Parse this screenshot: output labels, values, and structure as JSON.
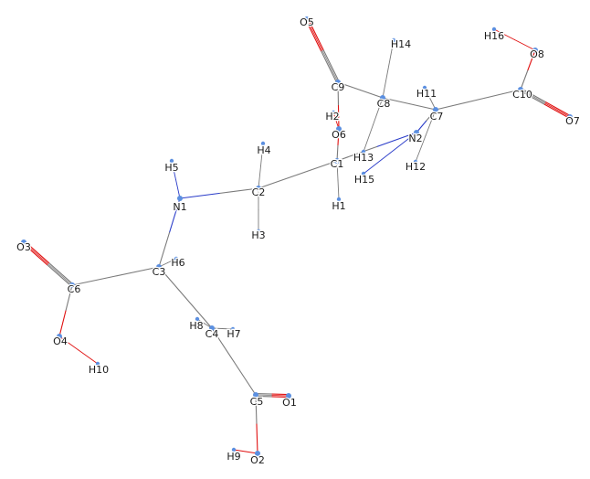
{
  "molecule": {
    "colors": {
      "C": "#7a7a7a",
      "N": "#2a3cc9",
      "O": "#e01010",
      "H": "#9a9a9a",
      "node": "#5b8fe0",
      "label": "#1a1a1a"
    },
    "atoms": [
      {
        "id": "O5",
        "label": "O5",
        "el": "O"
      },
      {
        "id": "H14",
        "label": "H14",
        "el": "H"
      },
      {
        "id": "H16",
        "label": "H16",
        "el": "H"
      },
      {
        "id": "O8",
        "label": "O8",
        "el": "O"
      },
      {
        "id": "C9",
        "label": "C9",
        "el": "C"
      },
      {
        "id": "C10",
        "label": "C10",
        "el": "C"
      },
      {
        "id": "C8",
        "label": "C8",
        "el": "C"
      },
      {
        "id": "H11",
        "label": "H11",
        "el": "H"
      },
      {
        "id": "C7",
        "label": "C7",
        "el": "C"
      },
      {
        "id": "O7",
        "label": "O7",
        "el": "O"
      },
      {
        "id": "H2",
        "label": "H2",
        "el": "H"
      },
      {
        "id": "O6",
        "label": "O6",
        "el": "O"
      },
      {
        "id": "N2",
        "label": "N2",
        "el": "N"
      },
      {
        "id": "H4",
        "label": "H4",
        "el": "H"
      },
      {
        "id": "H13",
        "label": "H13",
        "el": "H"
      },
      {
        "id": "C1",
        "label": "C1",
        "el": "C"
      },
      {
        "id": "H12",
        "label": "H12",
        "el": "H"
      },
      {
        "id": "H5",
        "label": "H5",
        "el": "H"
      },
      {
        "id": "H15",
        "label": "H15",
        "el": "H"
      },
      {
        "id": "C2",
        "label": "C2",
        "el": "C"
      },
      {
        "id": "N1",
        "label": "N1",
        "el": "N"
      },
      {
        "id": "H1",
        "label": "H1",
        "el": "H"
      },
      {
        "id": "H3",
        "label": "H3",
        "el": "H"
      },
      {
        "id": "O3",
        "label": "O3",
        "el": "O"
      },
      {
        "id": "H6",
        "label": "H6",
        "el": "H"
      },
      {
        "id": "C3",
        "label": "C3",
        "el": "C"
      },
      {
        "id": "C6",
        "label": "C6",
        "el": "C"
      },
      {
        "id": "H8",
        "label": "H8",
        "el": "H"
      },
      {
        "id": "C4",
        "label": "C4",
        "el": "C"
      },
      {
        "id": "H7",
        "label": "H7",
        "el": "H"
      },
      {
        "id": "O4",
        "label": "O4",
        "el": "O"
      },
      {
        "id": "H10",
        "label": "H10",
        "el": "H"
      },
      {
        "id": "C5",
        "label": "C5",
        "el": "C"
      },
      {
        "id": "O1",
        "label": "O1",
        "el": "O"
      },
      {
        "id": "H9",
        "label": "H9",
        "el": "H"
      },
      {
        "id": "O2",
        "label": "O2",
        "el": "O"
      }
    ],
    "bonds": [
      {
        "a": "O5",
        "b": "C9",
        "order": 2
      },
      {
        "a": "C9",
        "b": "C8",
        "order": 1
      },
      {
        "a": "C9",
        "b": "O6",
        "order": 1
      },
      {
        "a": "O6",
        "b": "H2",
        "order": 1
      },
      {
        "a": "C8",
        "b": "H14",
        "order": 1
      },
      {
        "a": "C8",
        "b": "C7",
        "order": 1
      },
      {
        "a": "C8",
        "b": "H13",
        "order": 1
      },
      {
        "a": "C7",
        "b": "C10",
        "order": 1
      },
      {
        "a": "C7",
        "b": "H11",
        "order": 1
      },
      {
        "a": "C7",
        "b": "H12",
        "order": 1
      },
      {
        "a": "C7",
        "b": "N2",
        "order": 1
      },
      {
        "a": "C10",
        "b": "O7",
        "order": 2
      },
      {
        "a": "C10",
        "b": "O8",
        "order": 1
      },
      {
        "a": "O8",
        "b": "H16",
        "order": 1
      },
      {
        "a": "N2",
        "b": "C1",
        "order": 1
      },
      {
        "a": "N2",
        "b": "H15",
        "order": 1
      },
      {
        "a": "C1",
        "b": "O6",
        "order": 1
      },
      {
        "a": "C1",
        "b": "H1",
        "order": 1
      },
      {
        "a": "C1",
        "b": "C2",
        "order": 1
      },
      {
        "a": "C2",
        "b": "H4",
        "order": 1
      },
      {
        "a": "C2",
        "b": "H3",
        "order": 1
      },
      {
        "a": "C2",
        "b": "N1",
        "order": 1
      },
      {
        "a": "N1",
        "b": "H5",
        "order": 1
      },
      {
        "a": "N1",
        "b": "C3",
        "order": 1
      },
      {
        "a": "C3",
        "b": "H6",
        "order": 1
      },
      {
        "a": "C3",
        "b": "C6",
        "order": 1
      },
      {
        "a": "C3",
        "b": "C4",
        "order": 1
      },
      {
        "a": "C6",
        "b": "O3",
        "order": 2
      },
      {
        "a": "C6",
        "b": "O4",
        "order": 1
      },
      {
        "a": "O4",
        "b": "H10",
        "order": 1
      },
      {
        "a": "C4",
        "b": "H8",
        "order": 1
      },
      {
        "a": "C4",
        "b": "H7",
        "order": 1
      },
      {
        "a": "C4",
        "b": "C5",
        "order": 1
      },
      {
        "a": "C5",
        "b": "O1",
        "order": 2
      },
      {
        "a": "C5",
        "b": "O2",
        "order": 1
      },
      {
        "a": "O2",
        "b": "H9",
        "order": 1
      }
    ]
  }
}
